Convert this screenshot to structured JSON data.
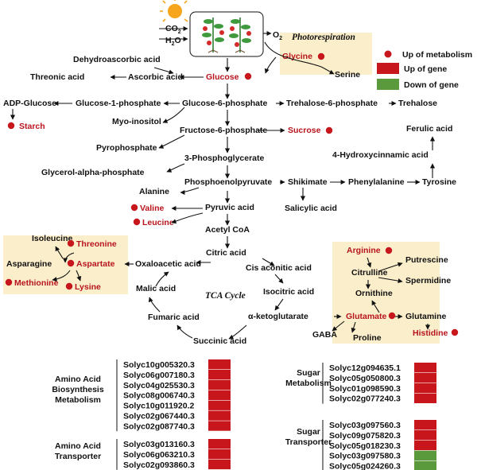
{
  "inputs": {
    "co2": "CO",
    "co2_sub": "2",
    "h2o": "H",
    "h2o_sub": "2",
    "h2o_o": "O",
    "o2": "O",
    "o2_sub": "2"
  },
  "photorespiration": "Photorespiration",
  "tca_label": "TCA Cycle",
  "legend": {
    "metabolism": "Up of metabolism",
    "gene_up": "Up of gene",
    "gene_down": "Down of gene",
    "colors": {
      "metabolite_up": "#c8161d",
      "gene_up": "#c8161d",
      "gene_down": "#5b9a3c",
      "highlight_box": "#fbeecb"
    }
  },
  "metabolites": {
    "dehydroascorbic_acid": "Dehydroascorbic acid",
    "threonic_acid": "Threonic acid",
    "ascorbic_acid": "Ascorbic acid",
    "glucose": "Glucose",
    "glycine": "Glycine",
    "serine": "Serine",
    "adp_glucose": "ADP-Glucose",
    "glucose_1_phosphate": "Glucose-1-phosphate",
    "glucose_6_phosphate": "Glucose-6-phosphate",
    "trehalose_6_phosphate": "Trehalose-6-phosphate",
    "trehalose": "Trehalose",
    "starch": "Starch",
    "myo_inositol": "Myo-inositol",
    "fructose_6_phosphate": "Fructose-6-phosphate",
    "sucrose": "Sucrose",
    "ferulic_acid": "Ferulic acid",
    "pyrophosphate": "Pyrophosphate",
    "phosphoglycerate": "3-Phosphoglycerate",
    "hydroxycinnamic_acid": "4-Hydroxycinnamic acid",
    "glycerol_alpha_phosphate": "Glycerol-alpha-phosphate",
    "phosphoenolpyruvate": "Phosphoenolpyruvate",
    "shikimate": "Shikimate",
    "phenylalanine": "Phenylalanine",
    "tyrosine": "Tyrosine",
    "alanine": "Alanine",
    "valine": "Valine",
    "pyruvic_acid": "Pyruvic acid",
    "leucine": "Leucine",
    "salicylic_acid": "Salicylic acid",
    "acetyl_coa": "Acetyl CoA",
    "isoleucine": "Isoleucine",
    "threonine": "Threonine",
    "citric_acid": "Citric acid",
    "asparagine": "Asparagine",
    "aspartate": "Aspartate",
    "oxaloacetic_acid": "Oxaloacetic acid",
    "cis_aconitic_acid": "Cis aconitic acid",
    "methionine": "Methionine",
    "lysine": "Lysine",
    "arginine": "Arginine",
    "putrescine": "Putrescine",
    "citrulline": "Citrulline",
    "spermidine": "Spermidine",
    "malic_acid": "Malic acid",
    "isocitric_acid": "Isocitric acid",
    "ornithine": "Ornithine",
    "fumaric_acid": "Fumaric acid",
    "alpha_ketoglutarate": "α-ketoglutarate",
    "glutamate": "Glutamate",
    "glutamine": "Glutamine",
    "succinic_acid": "Succinic acid",
    "gaba": "GABA",
    "proline": "Proline",
    "histidine": "Histidine"
  },
  "gene_groups": [
    {
      "title": [
        "Amino Acid",
        "Biosynthesis",
        "Metabolism"
      ],
      "genes": [
        {
          "id": "Solyc10g005320.3",
          "regulation": "up"
        },
        {
          "id": "Solyc06g007180.3",
          "regulation": "up"
        },
        {
          "id": "Solyc04g025530.3",
          "regulation": "up"
        },
        {
          "id": "Solyc08g006740.3",
          "regulation": "up"
        },
        {
          "id": "Solyc10g011920.2",
          "regulation": "up"
        },
        {
          "id": "Solyc02g067440.3",
          "regulation": "up"
        },
        {
          "id": "Solyc02g087740.3",
          "regulation": "up"
        }
      ]
    },
    {
      "title": [
        "Amino Acid",
        "Transporter"
      ],
      "genes": [
        {
          "id": "Solyc03g013160.3",
          "regulation": "up"
        },
        {
          "id": "Solyc06g063210.3",
          "regulation": "up"
        },
        {
          "id": "Solyc02g093860.3",
          "regulation": "up"
        }
      ]
    },
    {
      "title": [
        "Sugar",
        "Metabolism"
      ],
      "genes": [
        {
          "id": "Solyc12g094635.1",
          "regulation": "up"
        },
        {
          "id": "Solyc05g050800.3",
          "regulation": "up"
        },
        {
          "id": "Solyc01g098590.3",
          "regulation": "up"
        },
        {
          "id": "Solyc02g077240.3",
          "regulation": "up"
        }
      ]
    },
    {
      "title": [
        "Sugar",
        "Transporter"
      ],
      "genes": [
        {
          "id": "Solyc03g097560.3",
          "regulation": "up"
        },
        {
          "id": "Solyc09g075820.3",
          "regulation": "up"
        },
        {
          "id": "Solyc05g018230.3",
          "regulation": "up"
        },
        {
          "id": "Solyc03g097580.3",
          "regulation": "down"
        },
        {
          "id": "Solyc05g024260.3",
          "regulation": "down"
        }
      ]
    }
  ]
}
